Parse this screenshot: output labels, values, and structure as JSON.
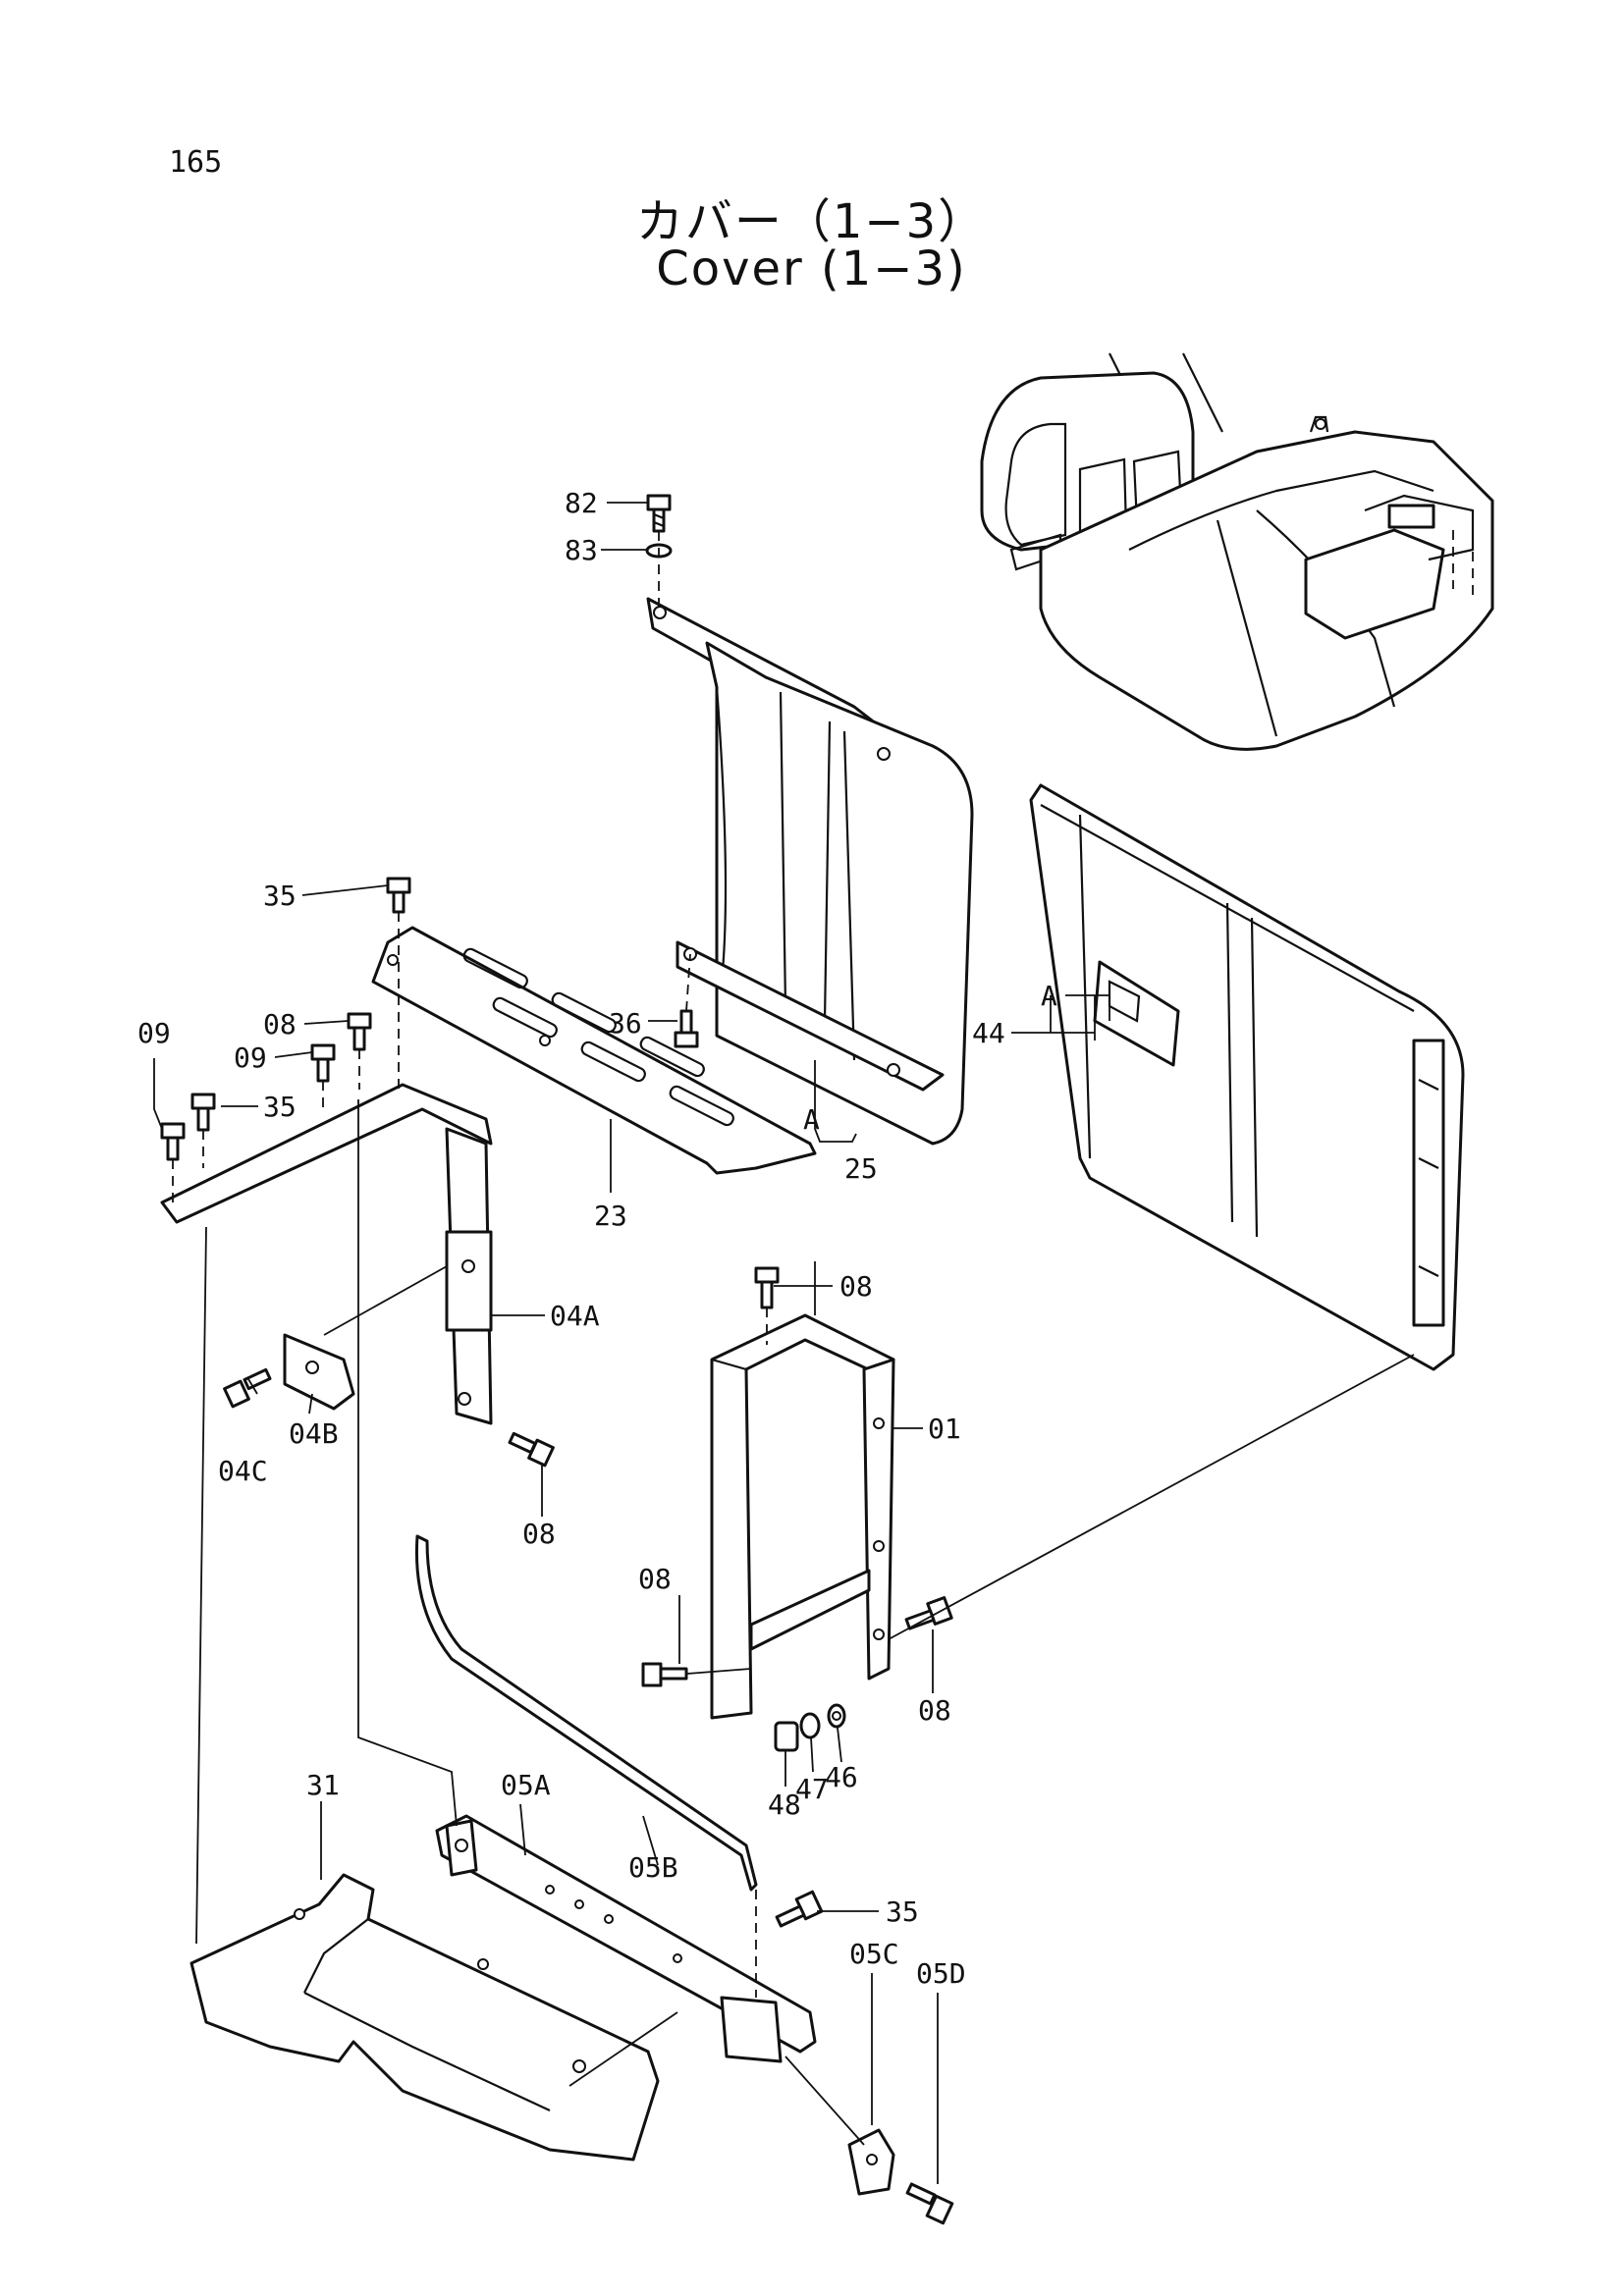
{
  "page": {
    "number": "165"
  },
  "title": {
    "japanese": "カバー（1−3）",
    "english": "Cover (1−3)"
  },
  "callouts": {
    "c82": "82",
    "c83": "83",
    "c35a": "35",
    "c36": "36",
    "c09a": "09",
    "c08a": "08",
    "c09b": "09",
    "c35b": "35",
    "c23": "23",
    "cA1": "A",
    "c25": "25",
    "cA2": "A",
    "c44": "44",
    "c08b": "08",
    "c01": "01",
    "c04a": "04A",
    "c04b": "04B",
    "c04c": "04C",
    "c08c": "08",
    "c08d": "08",
    "c08e": "08",
    "c48": "48",
    "c47": "47",
    "c46": "46",
    "c31": "31",
    "c05a": "05A",
    "c05b": "05B",
    "c35c": "35",
    "c05c": "05C",
    "c05d": "05D"
  }
}
